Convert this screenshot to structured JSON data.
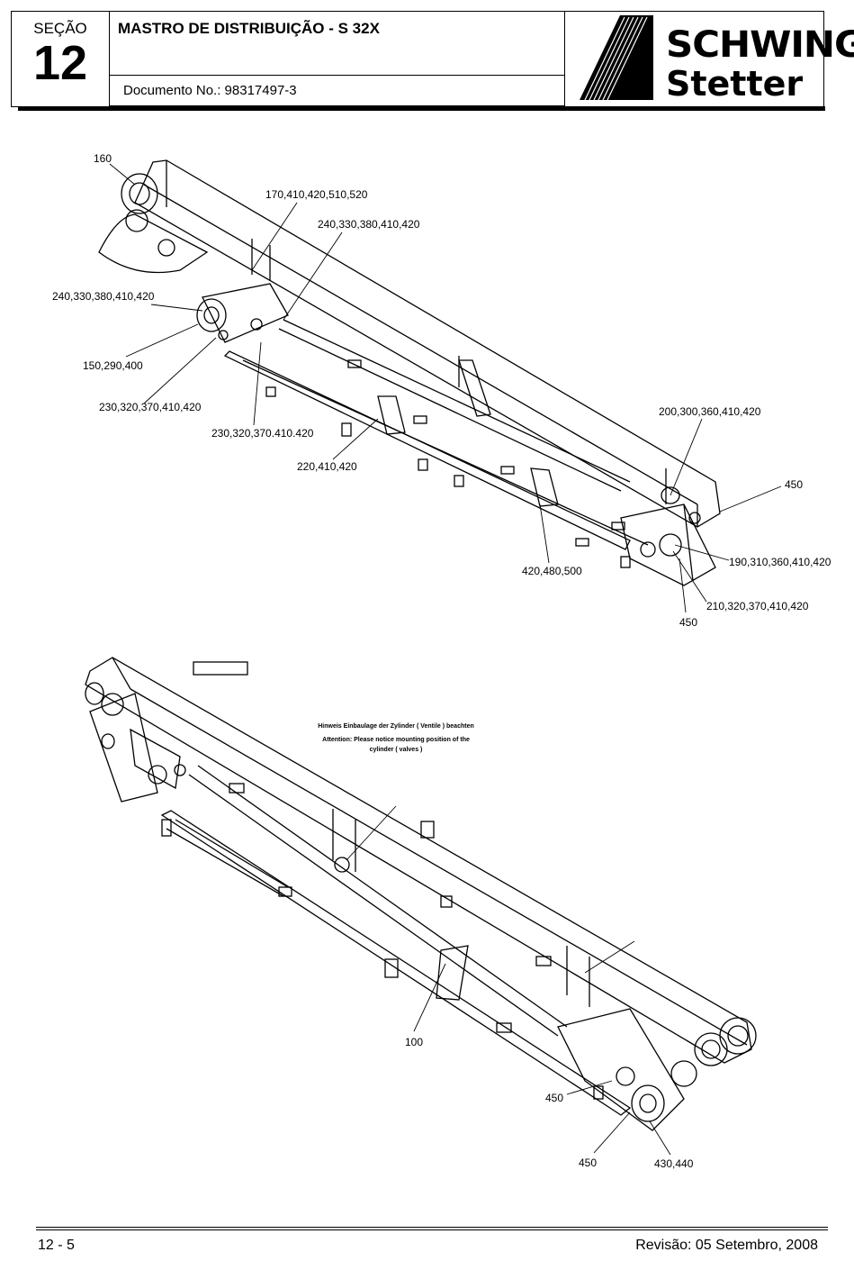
{
  "header": {
    "section_label": "SEÇÃO",
    "section_number": "12",
    "title": "MASTRO DE DISTRIBUIÇÃO - S 32X",
    "document_no": "Documento No.: 98317497-3",
    "logo_line1": "SCHWING",
    "logo_line2": "Stetter"
  },
  "drawing1": {
    "callouts": [
      "160",
      "170,410,420,510,520",
      "240,330,380,410,420",
      "240,330,380,410,420",
      "150,290,400",
      "230,320,370,410,420",
      "230,320,370.410.420",
      "220,410,420",
      "200,300,360,410,420",
      "450",
      "190,310,360,410,420",
      "420,480,500",
      "210,320,370,410,420",
      "450"
    ]
  },
  "drawing2": {
    "note_line1": "Hinweis Einbaulage der Zylinder ( Ventile ) beachten",
    "note_line2": "Attention: Please notice mounting position of the",
    "note_line3": "cylinder ( valves )",
    "callouts": [
      "100",
      "450",
      "450",
      "430,440"
    ]
  },
  "footer": {
    "page": "12 - 5",
    "revision": "Revisão: 05 Setembro, 2008"
  }
}
